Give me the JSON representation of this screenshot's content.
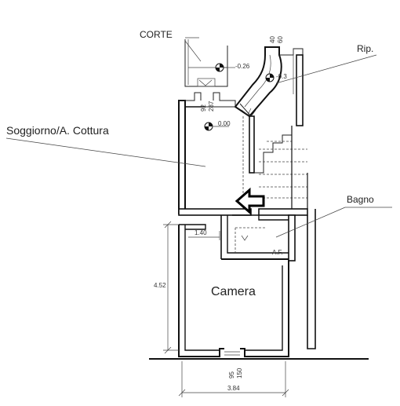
{
  "rooms": {
    "corte": "CORTE",
    "rip": "Rip.",
    "soggiorno": "Soggiorno/A. Cottura",
    "bagno": "Bagno",
    "camera": "Camera",
    "af": "A.F."
  },
  "levels": {
    "corte": "-0.26",
    "rip": "-0.3",
    "soggiorno": "0.00"
  },
  "dimensions": {
    "top_door_a": "40",
    "top_door_b": "60",
    "mid_door_a": "92",
    "mid_door_b": "287",
    "bottom_door_a": "95",
    "bottom_door_b": "150",
    "width_140": "1.40",
    "height_452": "4.52",
    "width_384": "3.84"
  }
}
